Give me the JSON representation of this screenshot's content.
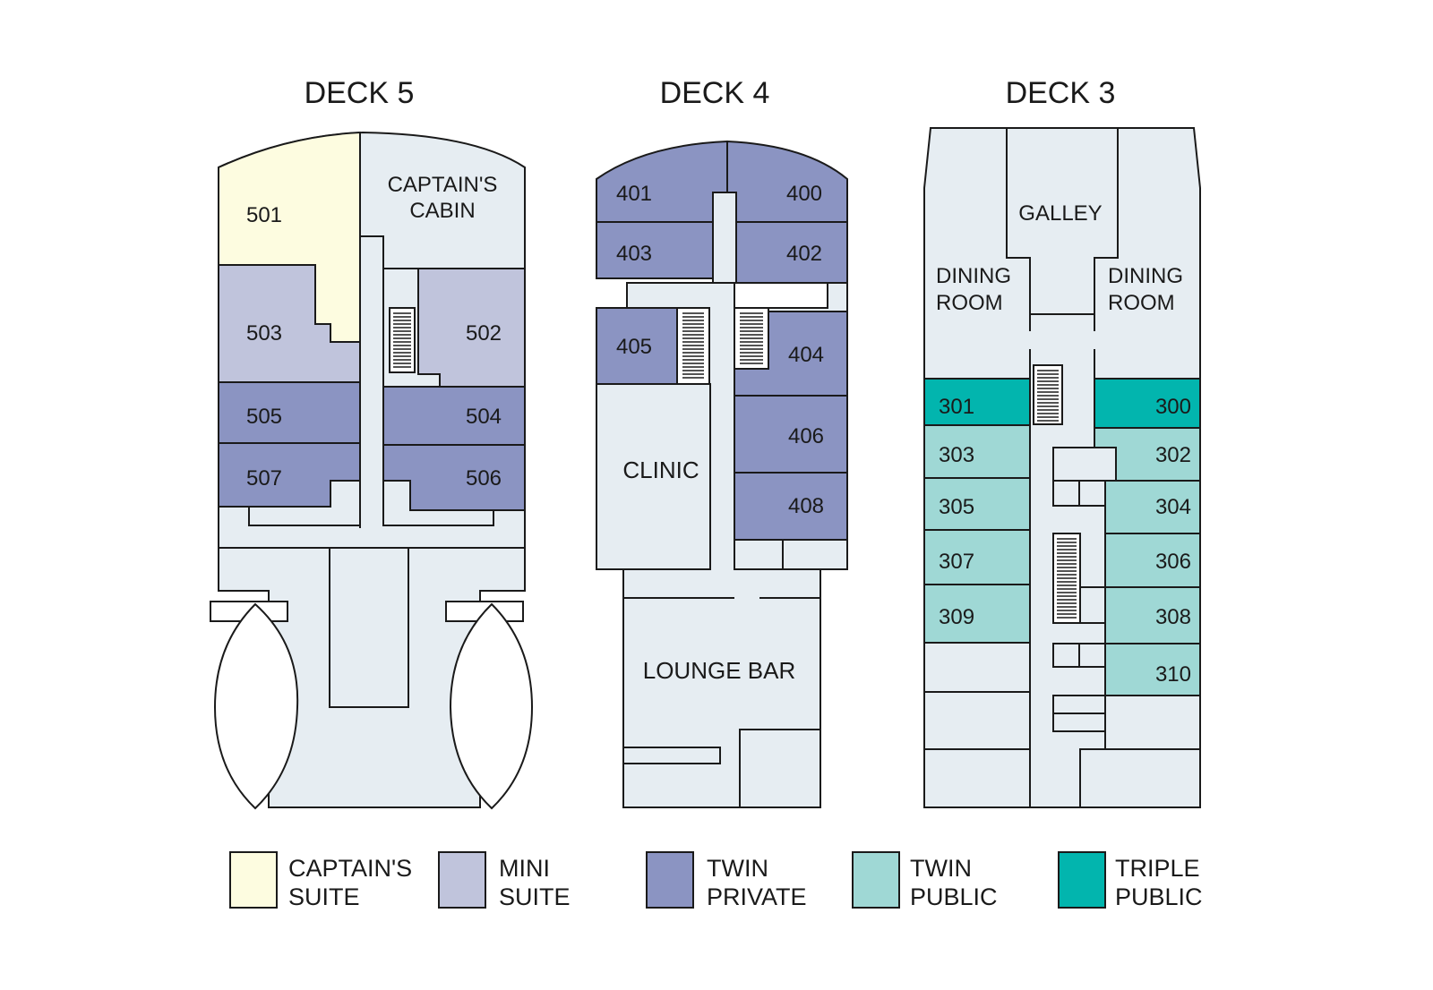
{
  "colors": {
    "background": "#ffffff",
    "public_area": "#e6edf2",
    "captains_suite": "#fdfce0",
    "mini_suite": "#c0c4dc",
    "twin_private": "#8b94c2",
    "twin_public": "#9fd8d5",
    "triple_public": "#02b5ae",
    "outline": "#1a1a1a"
  },
  "decks": {
    "deck5": {
      "title": "DECK 5",
      "areas": {
        "captains_cabin": [
          "CAPTAIN'S",
          "CABIN"
        ]
      },
      "cabins": {
        "c501": "501",
        "c502": "502",
        "c503": "503",
        "c504": "504",
        "c505": "505",
        "c506": "506",
        "c507": "507"
      }
    },
    "deck4": {
      "title": "DECK 4",
      "areas": {
        "clinic": "CLINIC",
        "lounge_bar": "LOUNGE BAR"
      },
      "cabins": {
        "c400": "400",
        "c401": "401",
        "c402": "402",
        "c403": "403",
        "c404": "404",
        "c405": "405",
        "c406": "406",
        "c408": "408"
      }
    },
    "deck3": {
      "title": "DECK 3",
      "areas": {
        "galley": "GALLEY",
        "dining_left": [
          "DINING",
          "ROOM"
        ],
        "dining_right": [
          "DINING",
          "ROOM"
        ]
      },
      "cabins": {
        "c300": "300",
        "c301": "301",
        "c302": "302",
        "c303": "303",
        "c304": "304",
        "c305": "305",
        "c306": "306",
        "c307": "307",
        "c308": "308",
        "c309": "309",
        "c310": "310"
      }
    }
  },
  "legend": [
    {
      "label": [
        "CAPTAIN'S",
        "SUITE"
      ],
      "color_key": "captains_suite"
    },
    {
      "label": [
        "MINI",
        "SUITE"
      ],
      "color_key": "mini_suite"
    },
    {
      "label": [
        "TWIN",
        "PRIVATE"
      ],
      "color_key": "twin_private"
    },
    {
      "label": [
        "TWIN",
        "PUBLIC"
      ],
      "color_key": "twin_public"
    },
    {
      "label": [
        "TRIPLE",
        "PUBLIC"
      ],
      "color_key": "triple_public"
    }
  ]
}
